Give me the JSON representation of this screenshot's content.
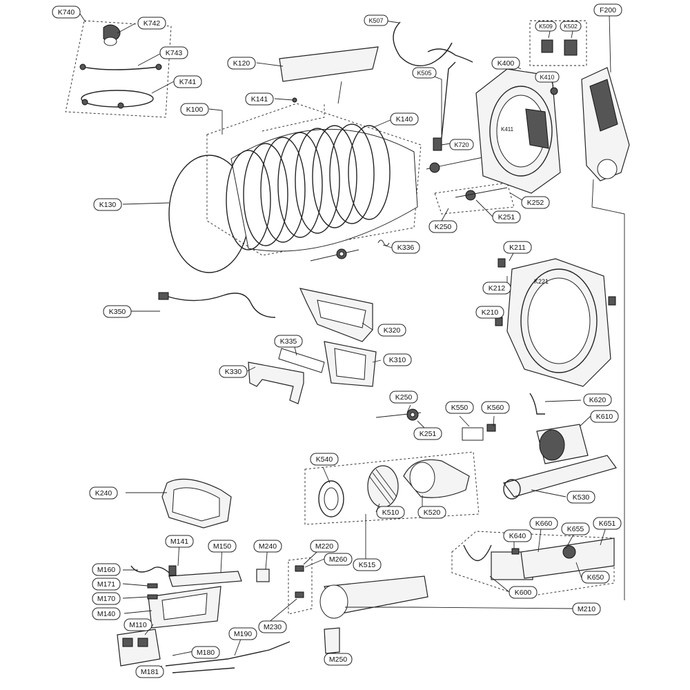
{
  "callouts": {
    "K740": "K740",
    "K742": "K742",
    "K743": "K743",
    "K741": "K741",
    "K120": "K120",
    "K141": "K141",
    "K100": "K100",
    "K140": "K140",
    "K130": "K130",
    "K336": "K336",
    "K507": "K507",
    "K505": "K505",
    "K720": "K720",
    "K400": "K400",
    "K509": "K509",
    "K502": "K502",
    "K410": "K410",
    "K411": "K411",
    "F200": "F200",
    "K252": "K252",
    "K251a": "K251",
    "K250a": "K250",
    "K211": "K211",
    "K212": "K212",
    "K221": "K221",
    "K210": "K210",
    "K350": "K350",
    "K320": "K320",
    "K335": "K335",
    "K310": "K310",
    "K330": "K330",
    "K250b": "K250",
    "K251b": "K251",
    "K550": "K550",
    "K560": "K560",
    "K620": "K620",
    "K610": "K610",
    "K540": "K540",
    "K240": "K240",
    "K510": "K510",
    "K520": "K520",
    "K530": "K530",
    "K515": "K515",
    "K660": "K660",
    "K640": "K640",
    "K655": "K655",
    "K651": "K651",
    "K650": "K650",
    "K600": "K600",
    "M141": "M141",
    "M150": "M150",
    "M240": "M240",
    "M220": "M220",
    "M260": "M260",
    "M160": "M160",
    "M171": "M171",
    "M170": "M170",
    "M140": "M140",
    "M110": "M110",
    "M180": "M180",
    "M190": "M190",
    "M181": "M181",
    "M230": "M230",
    "M250": "M250",
    "M210": "M210"
  }
}
